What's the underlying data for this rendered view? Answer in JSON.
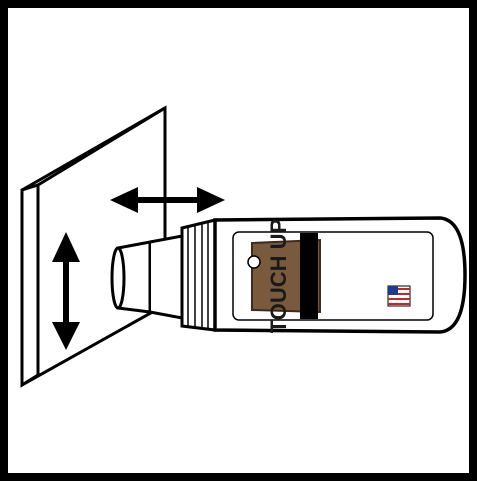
{
  "label": {
    "brand": "TOUCH UP"
  },
  "colors": {
    "ink": "#000000",
    "paper": "#ffffff",
    "label_brown": "#7a5a3c",
    "label_dark": "#3f2b1c",
    "flag_blue": "#1f3b8f",
    "flag_red": "#c62828"
  },
  "icons": {
    "horizontal_arrow": "double-headed-arrow-horizontal",
    "vertical_arrow": "double-headed-arrow-vertical",
    "flag": "us-flag-icon"
  }
}
